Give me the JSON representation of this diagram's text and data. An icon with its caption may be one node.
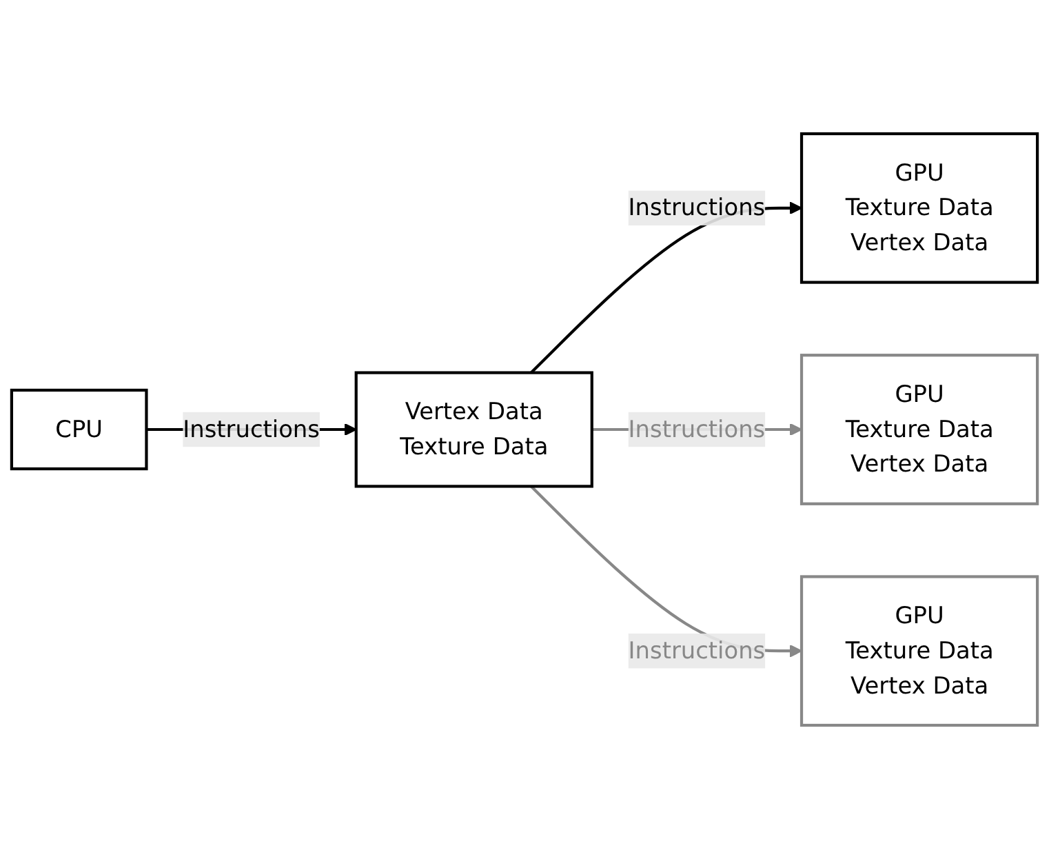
{
  "diagram": {
    "nodes": [
      {
        "text": [
          "CPU"
        ]
      },
      {
        "text": [
          "Vertex Data",
          "Texture Data"
        ]
      },
      {
        "text": [
          "GPU",
          "Texture Data",
          "Vertex Data"
        ]
      },
      {
        "text": [
          "GPU",
          "Texture Data",
          "Vertex Data"
        ]
      },
      {
        "text": [
          "GPU",
          "Texture Data",
          "Vertex Data"
        ]
      }
    ],
    "edges": [
      {
        "from": 0,
        "to": 1,
        "arrow": "to",
        "label": "Instructions"
      },
      {
        "from": 1,
        "to": 2,
        "arrow": "to",
        "label": "Instructions"
      },
      {
        "from": 1,
        "to": 3,
        "arrow": "to",
        "label": "Instructions",
        "color": "#888888"
      },
      {
        "from": 1,
        "to": 4,
        "arrow": "to",
        "label": "Instructions",
        "color": "#888888"
      }
    ]
  }
}
